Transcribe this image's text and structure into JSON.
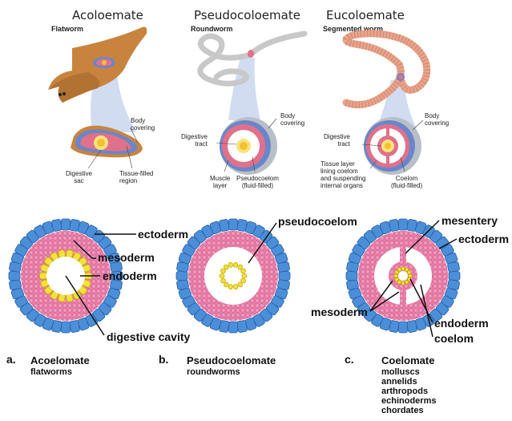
{
  "top": {
    "titles": [
      "Acoloemate",
      "Pseudocoloemate",
      "Eucoloemate"
    ],
    "subtitles": [
      "Flatworm",
      "Roundworm",
      "Segmented worm"
    ],
    "acoel_labels": {
      "body_covering": "Body\ncovering",
      "digestive_sac": "Digestive\nsac",
      "tissue_filled": "Tissue-filled\nregion"
    },
    "pseudo_labels": {
      "body_covering": "Body\ncovering",
      "digestive_tract": "Digestive\ntract",
      "muscle_layer": "Muscle\nlayer",
      "pseudocoelom": "Pseudocoelom\n(fluid-filled)"
    },
    "eu_labels": {
      "body_covering": "Body\ncovering",
      "digestive_tract": "Digestive\ntract",
      "tissue_layer": "Tissue layer\nlining coelom\nand suspending\ninternal organs",
      "coelom": "Coelom\n(fluid-filled)"
    }
  },
  "bottom": {
    "labels": {
      "ectoderm_a": "ectoderm",
      "mesoderm_a": "mesoderm",
      "endoderm_a": "endoderm",
      "digestive_cavity": "digestive cavity",
      "pseudocoelom": "pseudocoelom",
      "mesentery": "mesentery",
      "ectoderm_c": "ectoderm",
      "mesoderm_c": "mesoderm",
      "endoderm_c": "endoderm",
      "coelom": "coelom"
    },
    "captions": [
      {
        "letter": "a.",
        "title": "Acoelomate",
        "sub": [
          "flatworms"
        ]
      },
      {
        "letter": "b.",
        "title": "Pseudocoelomate",
        "sub": [
          "roundworms"
        ]
      },
      {
        "letter": "c.",
        "title": "Coelomate",
        "sub": [
          "molluscs",
          "annelids",
          "arthropods",
          "echinoderms",
          "chordates"
        ]
      }
    ]
  },
  "colors": {
    "ectoderm": "#4a8fd8",
    "mesoderm": "#e87aa6",
    "endoderm": "#f2e23a",
    "worm_brown": "#c8843f",
    "earthworm": "#e8a48a",
    "roundworm": "#c8c8c8",
    "body_covering_blue": "#6b86c8",
    "tissue_pink": "#e0718a",
    "beam": "#c9d6ee"
  }
}
